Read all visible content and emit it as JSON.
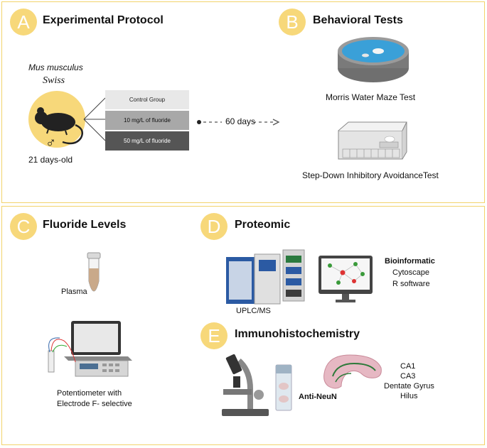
{
  "panel_a": {
    "letter": "A",
    "title": "Experimental Protocol",
    "species": "Mus musculus",
    "strain": "Swiss",
    "sex_symbol": "♂",
    "age": "21 days-old",
    "groups": [
      "Control Group",
      "10 mg/L of fluoride",
      "50 mg/L of fluoride"
    ],
    "duration": "60 days"
  },
  "panel_b": {
    "letter": "B",
    "title": "Behavioral Tests",
    "test1": "Morris Water Maze Test",
    "test2": "Step-Down Inhibitory AvoidanceTest"
  },
  "panel_c": {
    "letter": "C",
    "title": "Fluoride Levels",
    "sample": "Plasma",
    "device_line1": "Potentiometer  with",
    "device_line2": "Electrode F- selective"
  },
  "panel_d": {
    "letter": "D",
    "title": "Proteomic",
    "instrument": "UPLC/MS",
    "bio_title": "Bioinformatic",
    "bio_tool1": "Cytoscape",
    "bio_tool2": "R software"
  },
  "panel_e": {
    "letter": "E",
    "title": "Immunohistochemistry",
    "antibody": "Anti-NeuN",
    "regions": [
      "CA1",
      "CA3",
      "Dentate  Gyrus",
      "Hilus"
    ]
  },
  "colors": {
    "accent": "#f7d87a",
    "border": "#f2d36b"
  }
}
